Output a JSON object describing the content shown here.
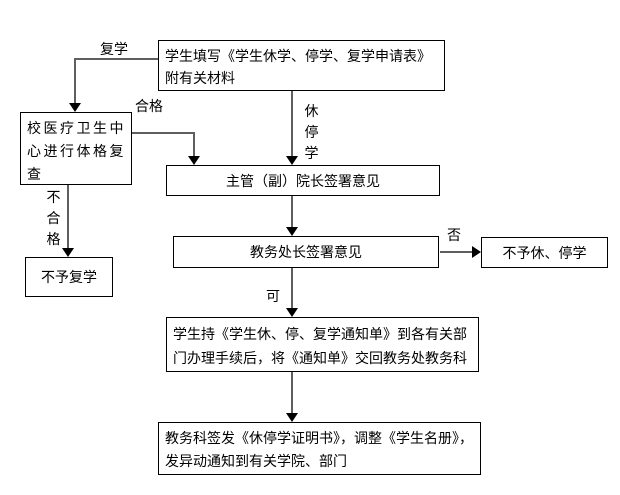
{
  "diagram": {
    "title_implicit": "学生休学、停学、复学办理流程图",
    "colors": {
      "background": "#ffffff",
      "box_border": "#000000",
      "connector": "#5f5f5f",
      "arrowhead": "#000000",
      "text": "#000000"
    },
    "boxes": {
      "application": {
        "line1": "学生填写《学生休学、停学、复学申请表》",
        "line2": "附有关材料"
      },
      "medical": {
        "line1": "校医疗卫生中",
        "line2": "心进行体格复",
        "line3": "查"
      },
      "supervisor": {
        "label": "主管（副）院长签署意见"
      },
      "dean": {
        "label": "教务处长签署意见"
      },
      "no_suspend": {
        "label": "不予休、停学"
      },
      "no_resume": {
        "label": "不予复学"
      },
      "notice": {
        "line1": "学生持《学生休、停、复学通知单》到各有关部",
        "line2": "门办理手续后，将《通知单》交回教务处教务科"
      },
      "final": {
        "line1": "教务科签发《休停学证明书》，调整《学生名册》，",
        "line2": "发异动通知到有关学院、部门"
      }
    },
    "labels": {
      "resume": "复学",
      "qualified": "合格",
      "unqualified": "不合格",
      "suspend": "休停学",
      "no": "否",
      "yes": "可"
    }
  }
}
